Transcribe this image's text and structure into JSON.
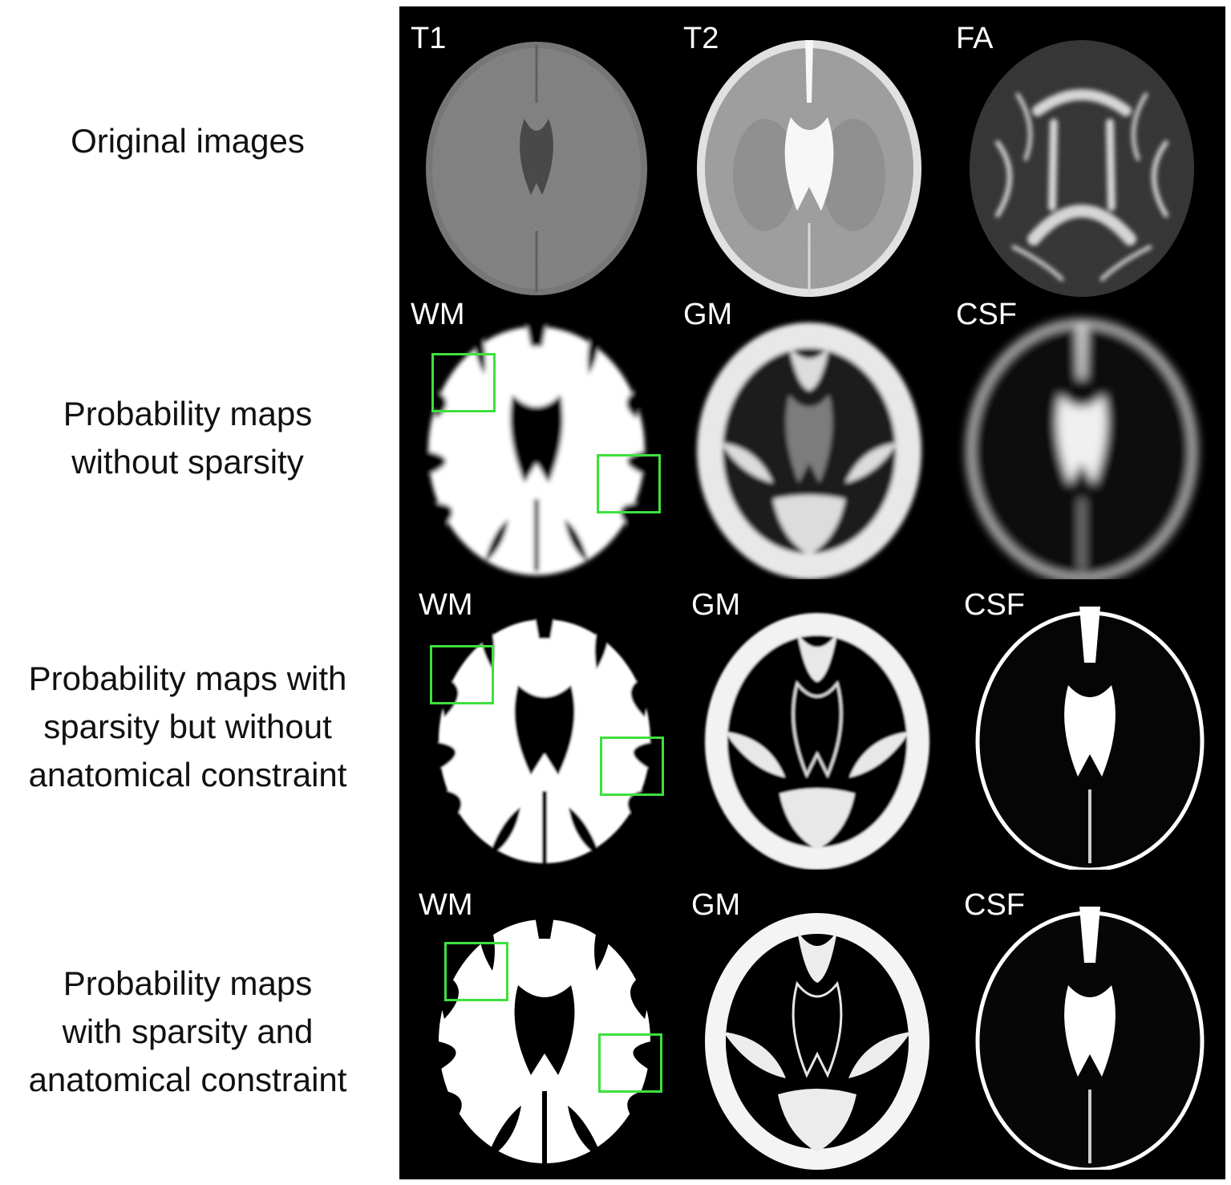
{
  "rows": [
    {
      "label_lines": [
        "Original images"
      ],
      "panels": [
        {
          "label": "T1",
          "style": "t1"
        },
        {
          "label": "T2",
          "style": "t2"
        },
        {
          "label": "FA",
          "style": "fa"
        }
      ]
    },
    {
      "label_lines": [
        "Probability maps",
        "without sparsity"
      ],
      "panels": [
        {
          "label": "WM",
          "style": "wm-blur"
        },
        {
          "label": "GM",
          "style": "gm-blur"
        },
        {
          "label": "CSF",
          "style": "csf-blur"
        }
      ]
    },
    {
      "label_lines": [
        "Probability maps with",
        "sparsity but without",
        "anatomical constraint"
      ],
      "panels": [
        {
          "label": "WM",
          "style": "wm"
        },
        {
          "label": "GM",
          "style": "gm"
        },
        {
          "label": "CSF",
          "style": "csf"
        }
      ]
    },
    {
      "label_lines": [
        "Probability maps",
        "with sparsity and",
        "anatomical constraint"
      ],
      "panels": [
        {
          "label": "WM",
          "style": "wm"
        },
        {
          "label": "GM",
          "style": "gm"
        },
        {
          "label": "CSF",
          "style": "csf"
        }
      ]
    }
  ],
  "colors": {
    "panel_background": "#000000",
    "roi_box": "#3ee03e",
    "label_text_dark": "#111111",
    "label_text_light": "#ffffff"
  }
}
